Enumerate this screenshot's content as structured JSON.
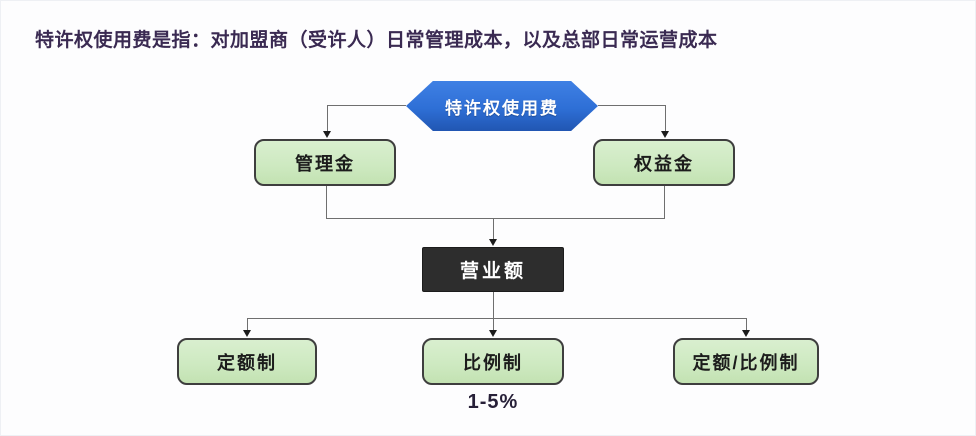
{
  "header": {
    "title": "特许权使用费是指：对加盟商（受许人）日常管理成本，以及总部日常运营成本"
  },
  "diagram": {
    "root": {
      "label": "特许权使用费"
    },
    "branches": [
      {
        "label": "管理金"
      },
      {
        "label": "权益金"
      }
    ],
    "middle": {
      "label": "营业额"
    },
    "leaves": [
      {
        "label": "定额制"
      },
      {
        "label": "比例制"
      },
      {
        "label": "定额/比例制"
      }
    ],
    "annotation": "1-5%"
  },
  "colors": {
    "root_fill": "#2e6fd6",
    "branch_fill": "#cde9c0",
    "middle_fill": "#2d2d2d",
    "node_border": "#3e3e3e",
    "connector": "#6f6f6f",
    "title_text": "#3a2a52",
    "background": "#fdfdfe"
  }
}
